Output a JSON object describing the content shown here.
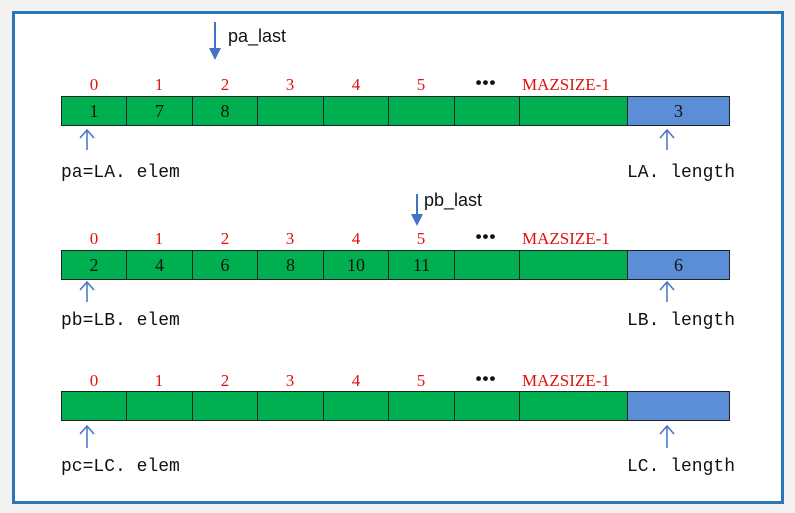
{
  "index_labels": [
    "0",
    "1",
    "2",
    "3",
    "4",
    "5",
    "•••",
    "MAZSIZE-1"
  ],
  "arrays": [
    {
      "values": [
        "1",
        "7",
        "8",
        "",
        "",
        "",
        "",
        ""
      ],
      "length_value": "3",
      "elem_label": "pa=LA. elem",
      "length_label": "LA. length",
      "pointer_label": "pa_last"
    },
    {
      "values": [
        "2",
        "4",
        "6",
        "8",
        "10",
        "11",
        "",
        ""
      ],
      "length_value": "6",
      "elem_label": "pb=LB. elem",
      "length_label": "LB. length",
      "pointer_label": "pb_last"
    },
    {
      "values": [
        "",
        "",
        "",
        "",
        "",
        "",
        "",
        ""
      ],
      "length_value": "",
      "elem_label": "pc=LC. elem",
      "length_label": "LC. length"
    }
  ],
  "colors": {
    "cell_fill": "#00b050",
    "length_fill": "#5b8ed6",
    "index_text": "#e01010",
    "arrow": "#4472c4",
    "frame_border": "#2e75b6"
  }
}
